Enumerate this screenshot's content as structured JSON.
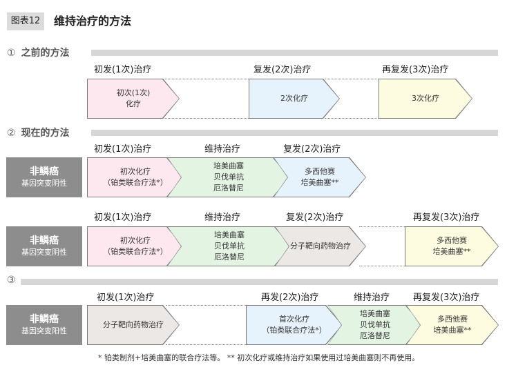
{
  "header": {
    "fig_label": "图表12",
    "title": "维持治疗的方法"
  },
  "section1": {
    "num": "①",
    "title": "之前的方法",
    "phases": [
      "初发(1次)治疗",
      "复发(2次)治疗",
      "再复发(3次)治疗"
    ],
    "boxes": [
      {
        "lines": [
          "初次(1次)",
          "化疗"
        ],
        "color": "#fde8ef"
      },
      {
        "lines": [
          "2次化疗"
        ],
        "color": "#e6f2fc"
      },
      {
        "lines": [
          "3次化疗"
        ],
        "color": "#fdfce0"
      }
    ]
  },
  "section2": {
    "num": "②",
    "title": "现在的方法",
    "side_label": {
      "big": "非鳞癌",
      "small": "基因突变阴性"
    },
    "row1": {
      "phases": [
        "初发(1次)治疗",
        "维持治疗",
        "复发(2次)治疗"
      ],
      "boxes": [
        {
          "lines": [
            "初次化疗",
            "（铂类联合疗法*）"
          ],
          "color": "#fde8ef"
        },
        {
          "lines": [
            "培美曲塞",
            "贝伐单抗",
            "厄洛替尼"
          ],
          "color": "#e4f4e3"
        },
        {
          "lines": [
            "多西他赛",
            "培美曲塞**"
          ],
          "color": "#e6f2fc"
        }
      ]
    },
    "row2": {
      "phases": [
        "初发(1次)治疗",
        "维持治疗",
        "复发(2次)治疗",
        "再复发(3次)治疗"
      ],
      "boxes": [
        {
          "lines": [
            "初次化疗",
            "（铂类联合疗法*）"
          ],
          "color": "#fde8ef"
        },
        {
          "lines": [
            "培美曲塞",
            "贝伐单抗",
            "厄洛替尼"
          ],
          "color": "#e4f4e3"
        },
        {
          "lines": [
            "分子靶向药物治疗"
          ],
          "color": "#ece8e6"
        },
        {
          "lines": [
            "多西他赛",
            "培美曲塞**"
          ],
          "color": "#fdfce0"
        }
      ]
    }
  },
  "section3": {
    "num": "③",
    "side_label": {
      "big": "非鳞癌",
      "small": "基因突变阳性"
    },
    "phases": [
      "初发(1次)治疗",
      "再发(2次)治疗",
      "维持治疗",
      "再复发(3次)治疗"
    ],
    "boxes": [
      {
        "lines": [
          "分子靶向药物治疗"
        ],
        "color": "#ece8e6"
      },
      {
        "lines": [
          "首次化疗",
          "（铂类联合疗法*）"
        ],
        "color": "#e6f2fc"
      },
      {
        "lines": [
          "培美曲塞",
          "贝伐单抗",
          "厄洛替尼"
        ],
        "color": "#e4f4e3"
      },
      {
        "lines": [
          "多西他赛",
          "培美曲塞**"
        ],
        "color": "#fdfce0"
      }
    ]
  },
  "footnote": "* 铂类制剂+培美曲塞的联合疗法等。 ** 初次化疗或维持治疗如果使用过培美曲塞则不再使用。"
}
